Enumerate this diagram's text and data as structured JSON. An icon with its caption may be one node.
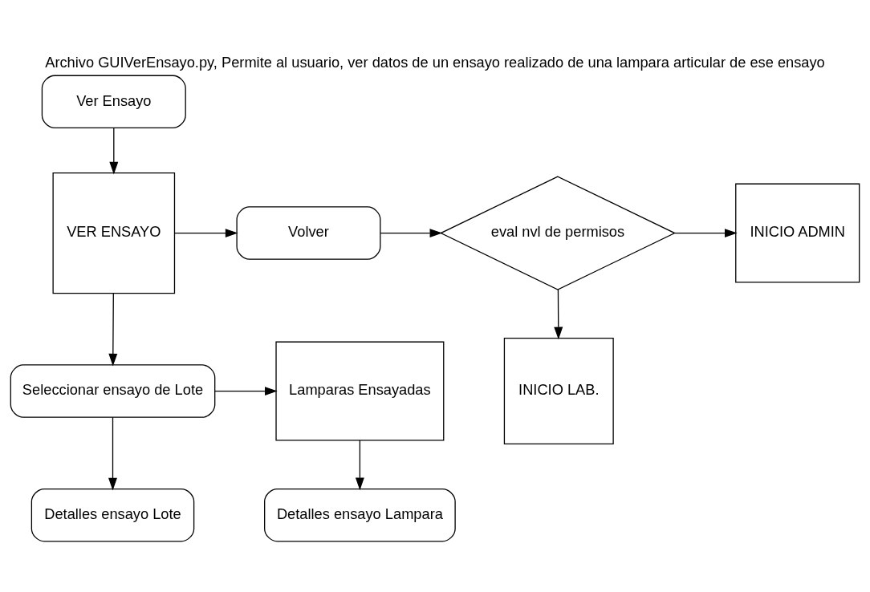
{
  "diagram": {
    "title": "Archivo GUIVerEnsayo.py, Permite al usuario, ver datos de un ensayo realizado de una lampara articular de ese ensayo",
    "nodes": [
      {
        "text": [
          "Ver Ensayo"
        ]
      },
      {
        "text": [
          "VER ENSAYO"
        ]
      },
      {
        "text": [
          "Volver"
        ]
      },
      {
        "text": [
          "eval nvl de permisos"
        ]
      },
      {
        "text": [
          "INICIO ADMIN"
        ]
      },
      {
        "text": [
          "Seleccionar ensayo de Lote"
        ]
      },
      {
        "text": [
          "Lamparas Ensayadas"
        ]
      },
      {
        "text": [
          "INICIO LAB."
        ]
      },
      {
        "text": [
          "Detalles ensayo Lote"
        ]
      },
      {
        "text": [
          "Detalles ensayo Lampara"
        ]
      }
    ],
    "edges": [
      {
        "from": 0,
        "to": 1,
        "arrow": "to"
      },
      {
        "from": 1,
        "to": 2,
        "arrow": "to"
      },
      {
        "from": 2,
        "to": 3,
        "arrow": "to"
      },
      {
        "from": 3,
        "to": 4,
        "arrow": "to"
      },
      {
        "from": 1,
        "to": 5,
        "arrow": "to"
      },
      {
        "from": 5,
        "to": 6,
        "arrow": "to"
      },
      {
        "from": 3,
        "to": 7,
        "arrow": "to"
      },
      {
        "from": 5,
        "to": 8,
        "arrow": "to"
      },
      {
        "from": 6,
        "to": 9,
        "arrow": "to"
      }
    ]
  }
}
